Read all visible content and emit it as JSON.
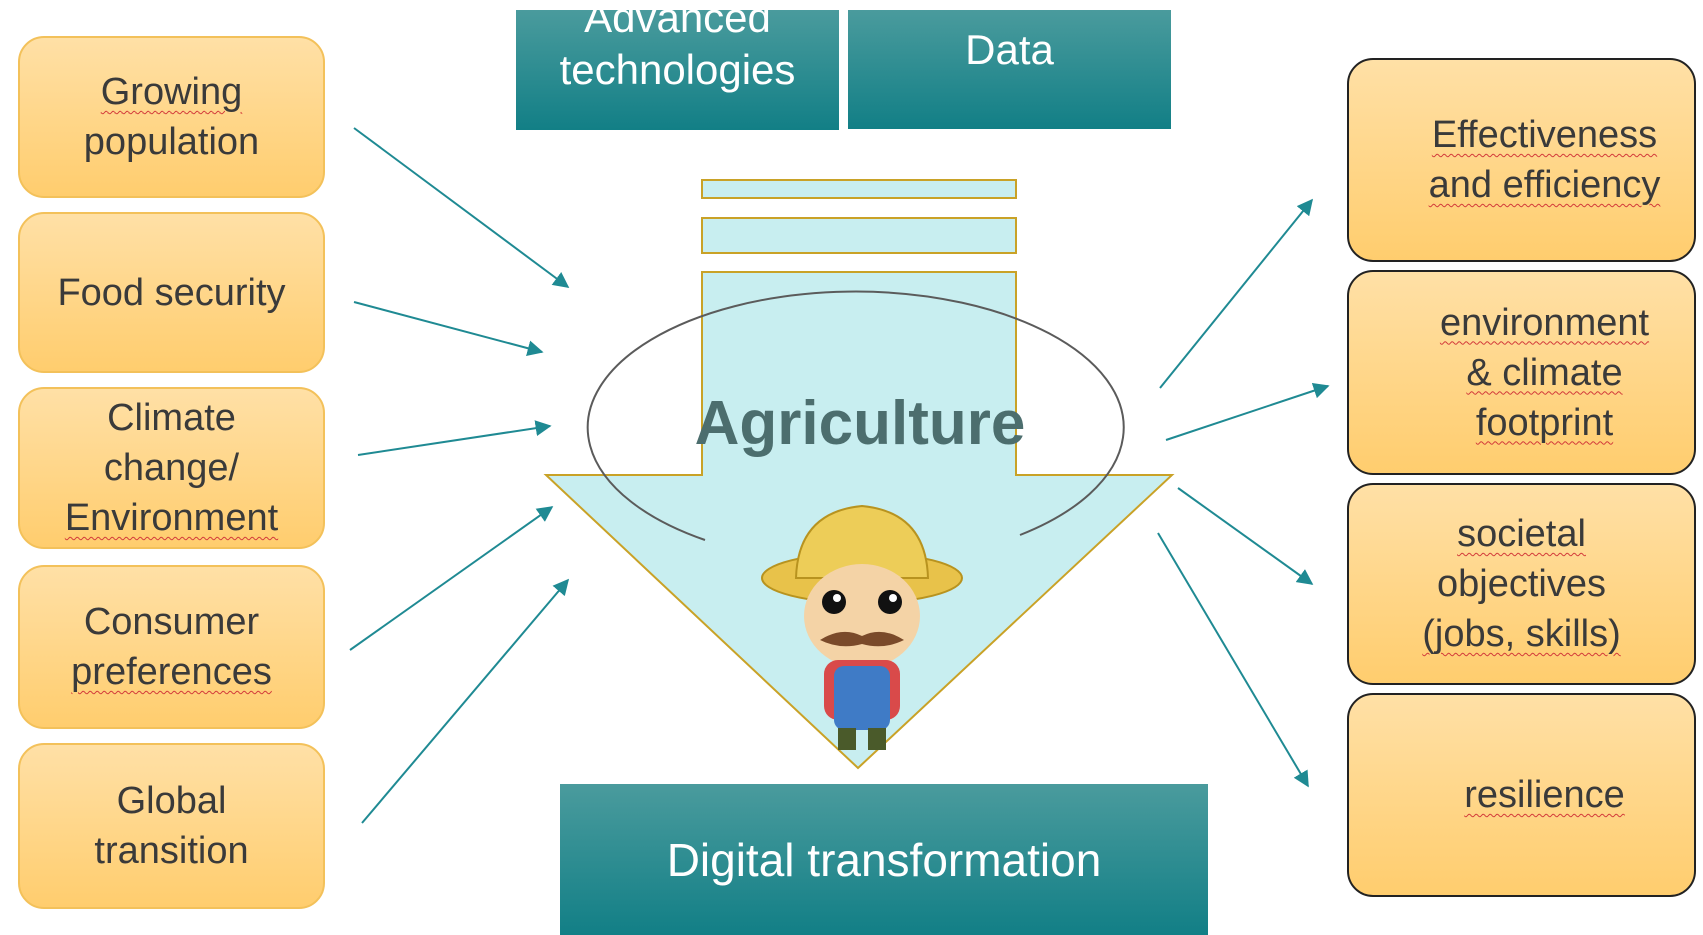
{
  "drivers": [
    {
      "lines": [
        {
          "text": "Growing",
          "squiggle": true
        },
        {
          "text": "population",
          "squiggle": false
        }
      ]
    },
    {
      "lines": [
        {
          "text": "Food security",
          "squiggle": false
        }
      ]
    },
    {
      "lines": [
        {
          "text": "Climate",
          "squiggle": false
        },
        {
          "text": "change/",
          "squiggle": false
        },
        {
          "text": "Environment",
          "squiggle": true
        }
      ]
    },
    {
      "lines": [
        {
          "text": "Consumer",
          "squiggle": false
        },
        {
          "text": "preferences",
          "squiggle": true
        }
      ]
    },
    {
      "lines": [
        {
          "text": "Global",
          "squiggle": false
        },
        {
          "text": "transition",
          "squiggle": false
        }
      ]
    }
  ],
  "enablers": {
    "advanced_technologies": {
      "line1": "Advanced",
      "line2": "technologies"
    },
    "data": "Data"
  },
  "center": {
    "label": "Agriculture"
  },
  "bottom": {
    "label": "Digital transformation"
  },
  "outcomes": [
    {
      "lines": [
        "Effectiveness",
        "and efficiency"
      ],
      "trend": "up-arrow-icon"
    },
    {
      "lines": [
        "environment",
        "& climate",
        "footprint"
      ],
      "trend": "down-arrow-icon"
    },
    {
      "lines": [
        "societal",
        "objectives",
        "(jobs, skills)"
      ],
      "trend": "none"
    },
    {
      "lines": [
        "resilience"
      ],
      "trend": "up-arrow-icon"
    }
  ],
  "colors": {
    "driver_fill": "#ffcd6e",
    "enabler_fill": "#127f86",
    "arrow_fill": "#c8eef0",
    "arrow_outline": "#c9a227",
    "connector": "#1f8a93"
  }
}
